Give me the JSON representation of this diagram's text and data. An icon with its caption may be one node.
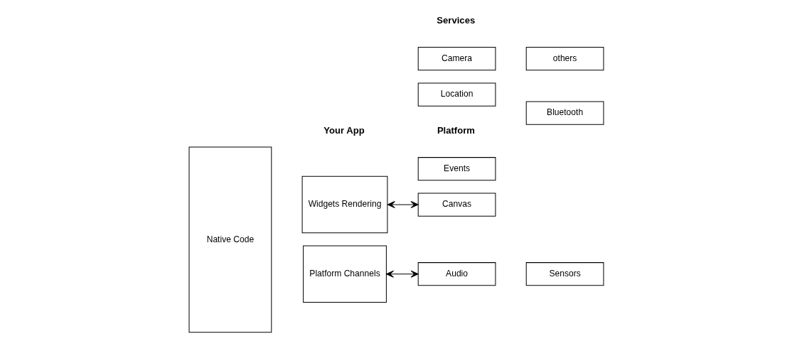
{
  "diagram": {
    "nodes": [
      {
        "text": [
          "Native Code"
        ]
      },
      {
        "text": [
          "Widgets Rendering"
        ]
      },
      {
        "text": [
          "Platform Channels"
        ]
      },
      {
        "text": [
          "Canvas"
        ]
      },
      {
        "text": [
          "Events"
        ]
      },
      {
        "text": [
          "Location"
        ]
      },
      {
        "text": [
          "Bluetooth"
        ]
      },
      {
        "text": [
          "Audio"
        ]
      },
      {
        "text": [
          "Sensors"
        ]
      },
      {
        "text": [
          "Camera"
        ]
      },
      {
        "text": [
          "others"
        ]
      }
    ],
    "edges": [
      {
        "from": 1,
        "to": 3,
        "arrow": "both"
      },
      {
        "from": 2,
        "to": 7,
        "arrow": "both"
      }
    ],
    "labels": [
      "Your App",
      "Platform",
      "Services"
    ]
  }
}
